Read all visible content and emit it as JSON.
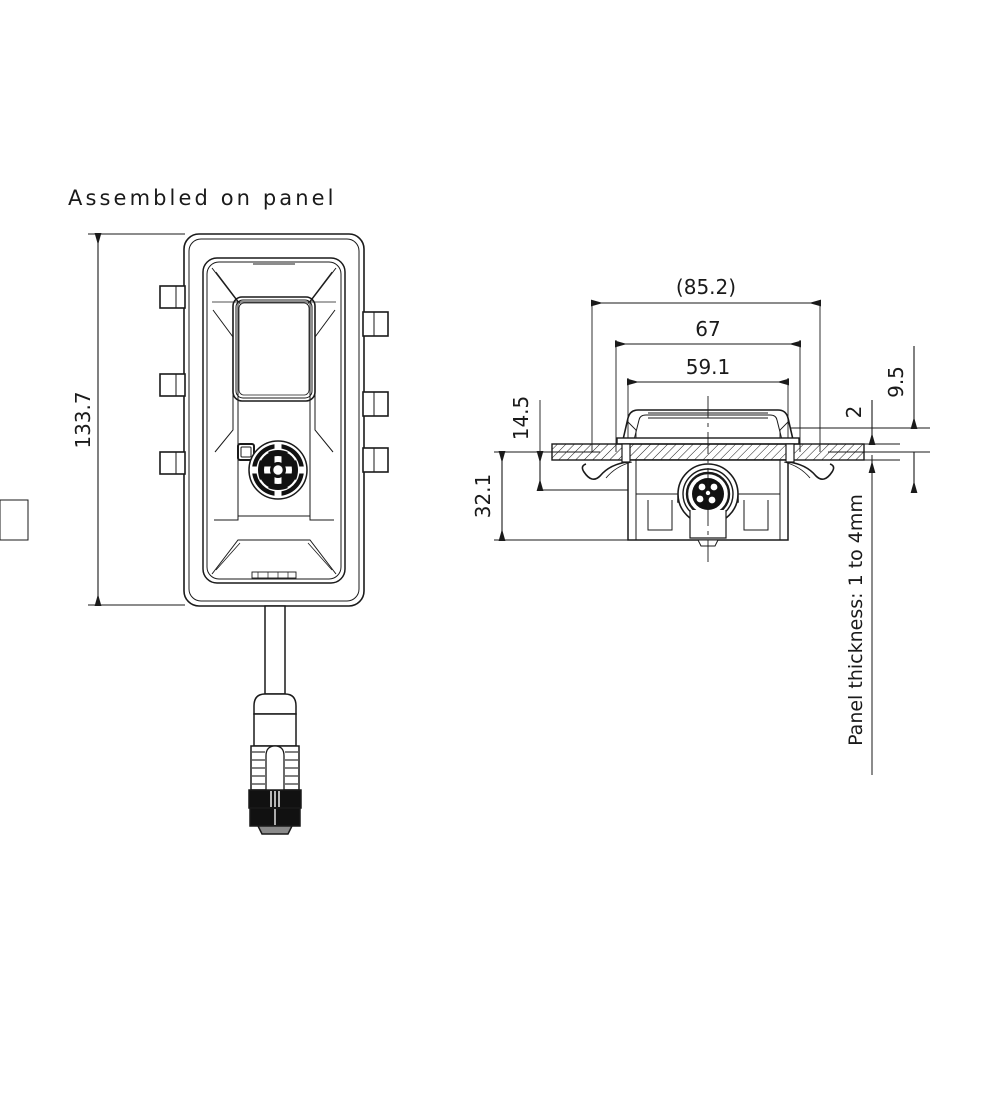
{
  "drawing": {
    "title": "Assembled on panel",
    "units_note": "Panel thickness: 1 to 4mm",
    "line_color": "#1a1a1a",
    "background_color": "#ffffff",
    "accent_dark": "#111111"
  },
  "front_view": {
    "name": "front-view",
    "height_dimension": "133.7",
    "features": {
      "display_label": "display-screen",
      "navpad_label": "navigation-pad",
      "button_label": "function-button",
      "connector_label": "m12-cable-connector",
      "clip_count_left": 3,
      "clip_count_right": 3
    }
  },
  "side_view": {
    "name": "side-section-view",
    "dimensions": {
      "overall_width": "(85.2)",
      "cutout_width": "67",
      "body_width": "59.1",
      "depth_below_panel": "32.1",
      "bezel_to_panel": "14.5",
      "bezel_height": "2",
      "front_protrusion": "9.5"
    }
  },
  "icons": {
    "navpad": "navigation-pad-icon",
    "connector": "m12-connector-icon",
    "hatch": "section-hatch-pattern"
  }
}
